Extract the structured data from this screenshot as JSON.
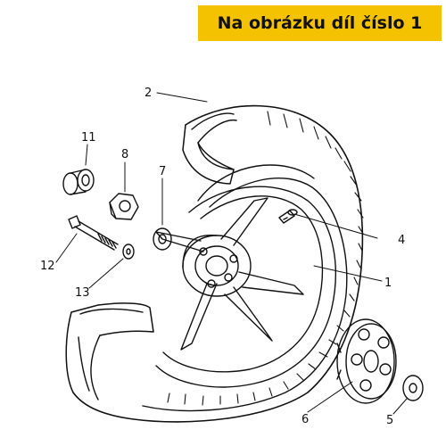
{
  "banner": {
    "text": "Na obrázku díl číslo 1"
  },
  "callouts": [
    {
      "id": "2",
      "text": "2"
    },
    {
      "id": "11",
      "text": "11"
    },
    {
      "id": "8",
      "text": "8"
    },
    {
      "id": "7",
      "text": "7"
    },
    {
      "id": "4",
      "text": "4"
    },
    {
      "id": "12",
      "text": "12"
    },
    {
      "id": "13",
      "text": "13"
    },
    {
      "id": "1",
      "text": "1"
    },
    {
      "id": "6",
      "text": "6"
    },
    {
      "id": "5",
      "text": "5"
    }
  ],
  "colors": {
    "banner": "#f5c200",
    "line": "#111111",
    "background": "#ffffff"
  }
}
